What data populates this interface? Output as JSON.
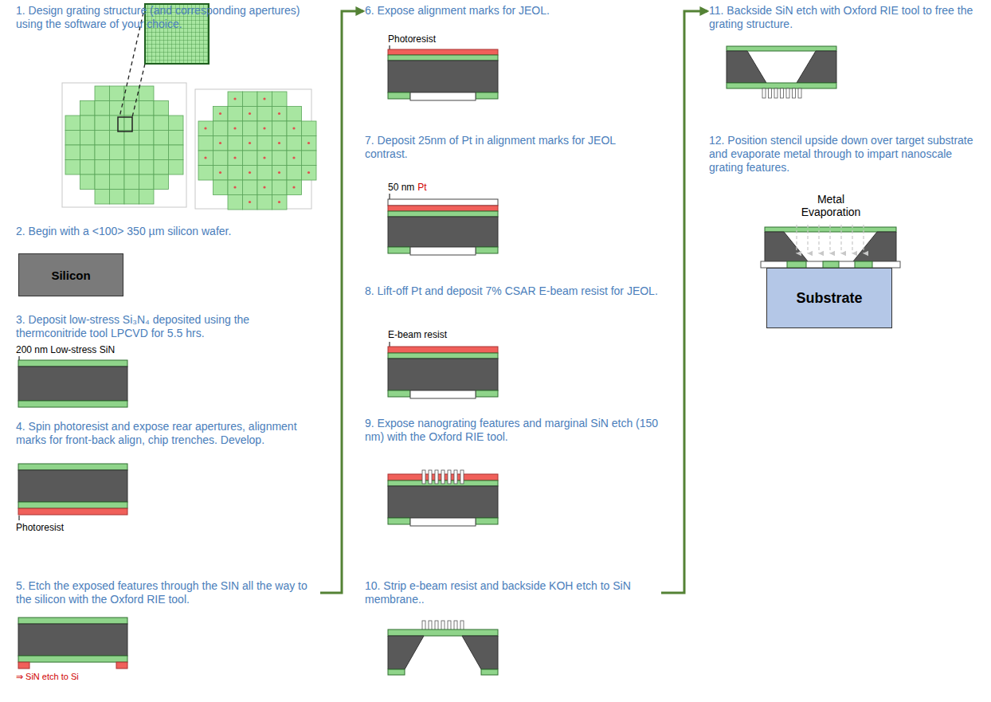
{
  "diagram": {
    "nodes": [
      {
        "text": [
          "1. Design grating structure (and corresponding apertures) using the software of your choice."
        ]
      },
      {
        "text": [
          "2. Begin with a <100> 350 µm silicon wafer."
        ]
      },
      {
        "text": [
          "Silicon"
        ]
      },
      {
        "text": [
          "3. Deposit low-stress Si₃N₄ deposited using the thermconitride tool LPCVD for 5.5 hrs."
        ]
      },
      {
        "text": [
          "4. Spin photoresist and expose rear apertures, alignment marks for front-back align, chip trenches. Develop."
        ]
      },
      {
        "text": [
          "5. Etch the exposed features through the SIN all the way to the silicon with the Oxford RIE tool."
        ]
      },
      {
        "text": [
          "6. Expose alignment marks for JEOL."
        ]
      },
      {
        "text": [
          "7. Deposit 25nm of Pt in alignment marks for JEOL contrast."
        ]
      },
      {
        "text": [
          "8. Lift-off Pt and deposit 7% CSAR E-beam resist for JEOL."
        ]
      },
      {
        "text": [
          "9. Expose nanograting features and marginal SiN etch (150 nm) with the Oxford RIE tool."
        ]
      },
      {
        "text": [
          "10. Strip e-beam resist and backside KOH etch to SiN membrane.."
        ]
      },
      {
        "text": [
          "11. Backside SiN etch with Oxford RIE tool to free the grating structure."
        ]
      },
      {
        "text": [
          "12. Position stencil upside down over target substrate and evaporate metal through to impart nanoscale grating features."
        ]
      },
      {
        "text": [
          "Substrate"
        ]
      }
    ],
    "edges": [
      {
        "from": 5,
        "to": 6,
        "arrow": "to"
      },
      {
        "from": 10,
        "to": 11,
        "arrow": "to"
      }
    ],
    "labels": [
      "200 nm Low-stress SiN",
      "Photoresist",
      "⇒ SiN etch to Si",
      "Photoresist",
      "50 nm",
      "Pt",
      "E-beam resist",
      "Metal Evaporation"
    ]
  }
}
